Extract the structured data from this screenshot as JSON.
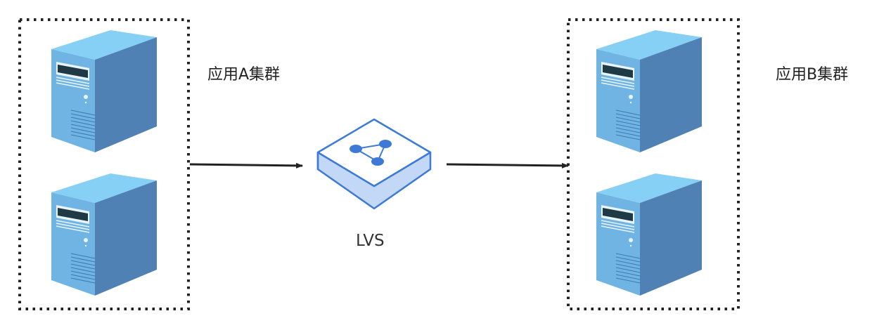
{
  "clusters": [
    {
      "label": "应用A集群",
      "servers": 2
    },
    {
      "label": "应用B集群",
      "servers": 2
    }
  ],
  "balancer": {
    "label": "LVS"
  },
  "colors": {
    "server_front": "#6fb4e3",
    "server_top": "#86d0f5",
    "server_side": "#4f81b4",
    "lvs_stroke": "#3d7ad6",
    "lvs_fill": "#c3d8f7",
    "arrow": "#222222"
  }
}
